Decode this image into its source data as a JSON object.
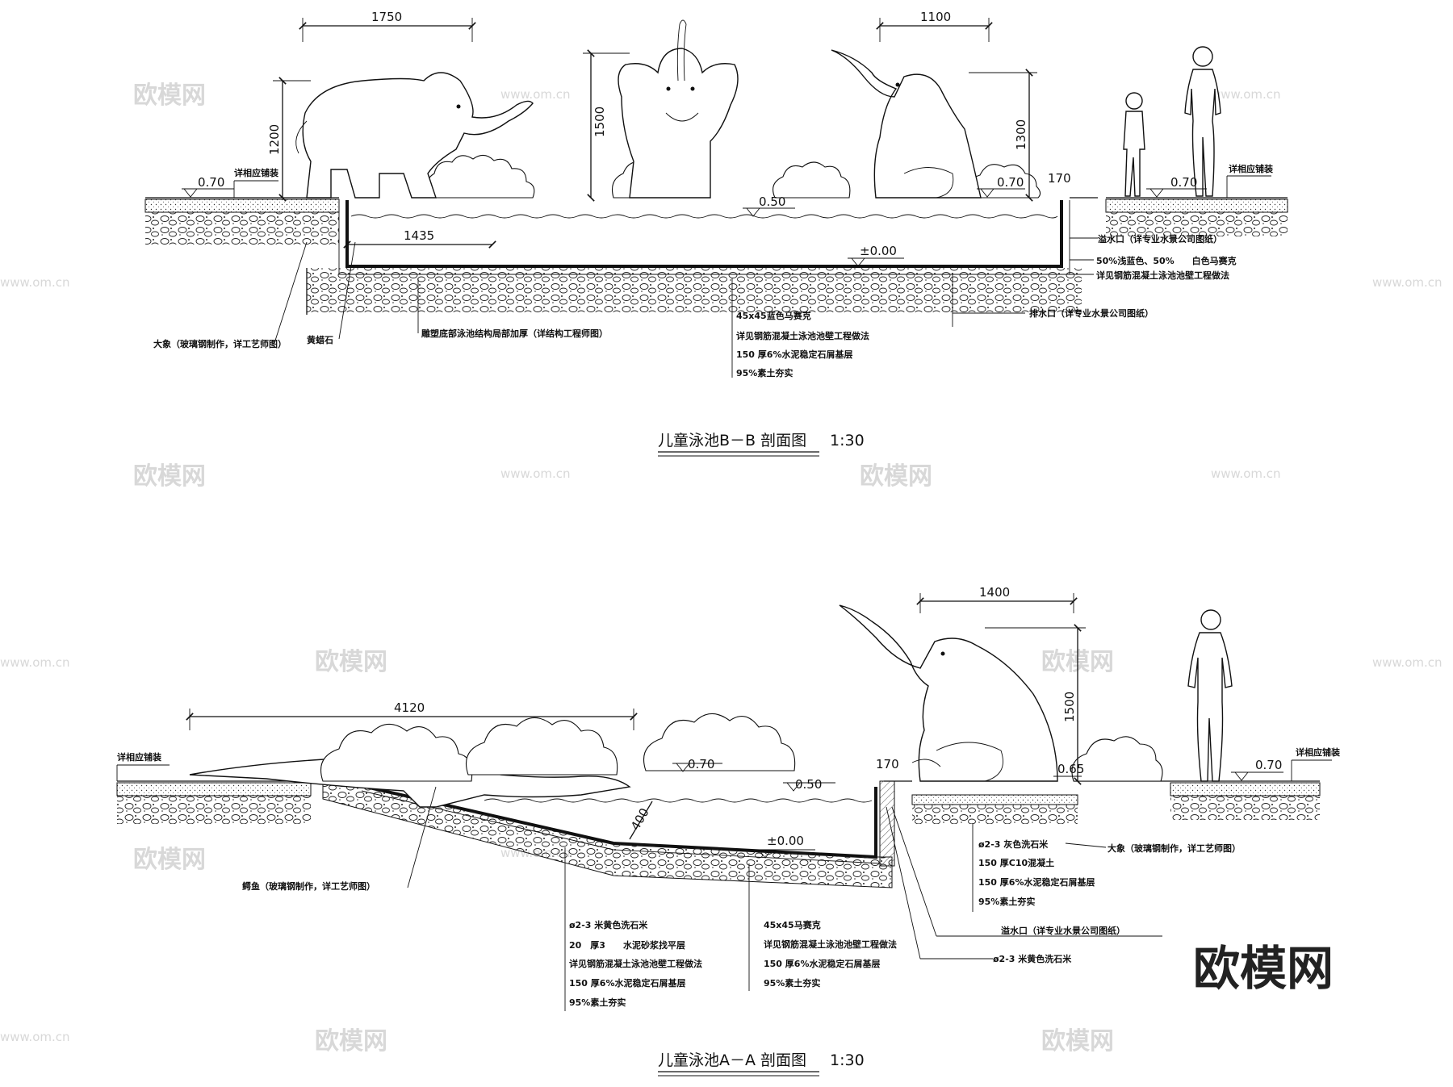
{
  "section_bb": {
    "title": "儿童泳池B－B 剖面图",
    "scale": "1:30",
    "dims": {
      "left_width": "1750",
      "right_width": "1100",
      "left_height": "1200",
      "mid_height": "1500",
      "right_height": "1300",
      "inner": "1435",
      "edge": "170"
    },
    "elevations": {
      "left": "0.70",
      "right": "0.70",
      "right_inner": "0.70",
      "water": "0.50",
      "bottom": "±0.00"
    },
    "labels": {
      "paving_left": "详相应铺装",
      "paving_right": "详相应铺装",
      "overflow": "溢水口（详专业水景公司图纸）",
      "mosaic_mix": "50%浅蓝色、50%　　白色马赛克",
      "wall_ref": "详见钢筋混凝土泳池池壁工程做法",
      "drain": "排水口（详专业水景公司图纸）",
      "elephant": "大象（玻璃钢制作，详工艺师图）",
      "stone": "黄蜡石",
      "thicken": "雕塑底部泳池结构局部加厚（详结构工程师图）",
      "layer1": "45x45蓝色马赛克",
      "layer2": "详见钢筋混凝土泳池池壁工程做法",
      "layer3": "150 厚6%水泥稳定石屑基层",
      "layer4": "95%素土夯实"
    }
  },
  "section_aa": {
    "title": "儿童泳池A－A 剖面图",
    "scale": "1:30",
    "dims": {
      "left_width": "4120",
      "right_width": "1400",
      "height": "1500",
      "depth": "400",
      "edge": "170"
    },
    "elevations": {
      "left_paving": "0.70",
      "water": "0.50",
      "bottom": "±0.00",
      "deck": "0.65",
      "right": "0.70"
    },
    "labels": {
      "paving_left": "详相应铺装",
      "paving_right": "详相应铺装",
      "crocodile": "鳄鱼（玻璃钢制作，详工艺师图）",
      "elephant": "大象（玻璃钢制作，详工艺师图）",
      "overflow": "溢水口（详专业水景公司图纸）",
      "right_l1": "ø2-3 灰色洗石米",
      "right_l2": "150 厚C10混凝土",
      "right_l3": "150 厚6%水泥稳定石屑基层",
      "right_l4": "95%素土夯实",
      "washstone": "ø2-3 米黄色洗石米",
      "slope_l1": "ø2-3 米黄色洗石米",
      "slope_l2": "20　厚3　　水泥砂浆找平层",
      "slope_l3": "详见钢筋混凝土泳池池壁工程做法",
      "slope_l4": "150 厚6%水泥稳定石屑基层",
      "slope_l5": "95%素土夯实",
      "bottom_l1": "45x45马赛克",
      "bottom_l2": "详见钢筋混凝土泳池池壁工程做法",
      "bottom_l3": "150 厚6%水泥稳定石屑基层",
      "bottom_l4": "95%素土夯实"
    }
  },
  "watermark": {
    "brand": "欧模网",
    "site": "www.om.cn"
  }
}
